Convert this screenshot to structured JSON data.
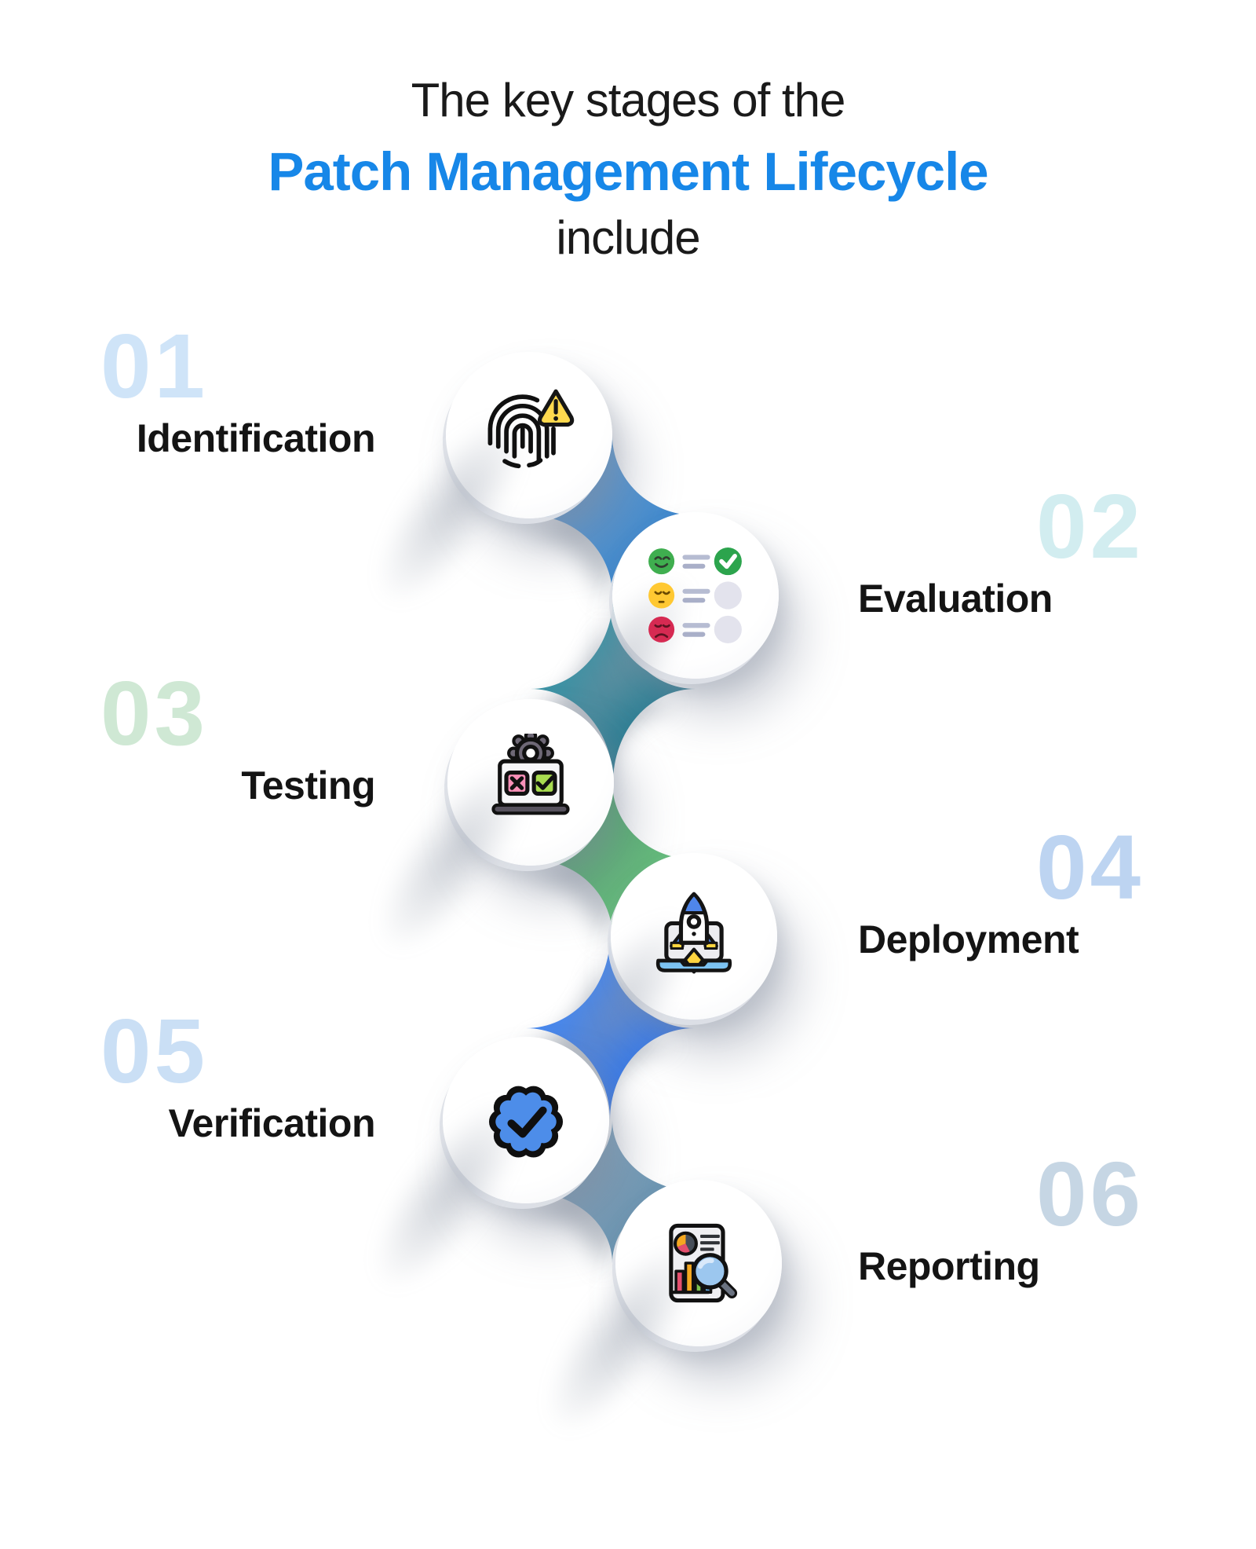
{
  "title": {
    "line1": "The key stages of the",
    "highlight": "Patch Management Lifecycle",
    "line2": "include",
    "highlight_color": "#1787e8"
  },
  "stages": [
    {
      "number": "01",
      "label": "Identification",
      "number_color": "#cfe4f8",
      "icon": "fingerprint-alert-icon",
      "side": "left"
    },
    {
      "number": "02",
      "label": "Evaluation",
      "number_color": "#d2edf0",
      "icon": "feedback-rating-icon",
      "side": "right"
    },
    {
      "number": "03",
      "label": "Testing",
      "number_color": "#cfe8d4",
      "icon": "laptop-test-checklist-icon",
      "side": "left"
    },
    {
      "number": "04",
      "label": "Deployment",
      "number_color": "#bdd4f1",
      "icon": "laptop-rocket-launch-icon",
      "side": "right"
    },
    {
      "number": "05",
      "label": "Verification",
      "number_color": "#cadff5",
      "icon": "verified-badge-icon",
      "side": "left"
    },
    {
      "number": "06",
      "label": "Reporting",
      "number_color": "#c6d6e4",
      "icon": "report-magnifier-icon",
      "side": "right"
    }
  ],
  "connectors": [
    {
      "from": "01",
      "to": "02",
      "color_name": "blue",
      "gradient": [
        "#6ea7da",
        "#2e7dc8"
      ]
    },
    {
      "from": "02",
      "to": "03",
      "color_name": "teal",
      "gradient": [
        "#49a4b4",
        "#256e85"
      ]
    },
    {
      "from": "03",
      "to": "04",
      "color_name": "green",
      "gradient": [
        "#2f9b51",
        "#83cc93"
      ]
    },
    {
      "from": "04",
      "to": "05",
      "color_name": "blue",
      "gradient": [
        "#5493f2",
        "#316fdd"
      ]
    },
    {
      "from": "05",
      "to": "06",
      "color_name": "steel-blue",
      "gradient": [
        "#8cb0c8",
        "#5d89a8"
      ]
    }
  ]
}
